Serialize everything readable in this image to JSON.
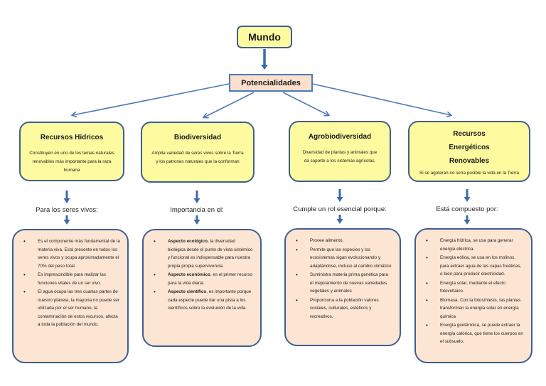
{
  "root": {
    "label": "Mundo"
  },
  "hub": {
    "label": "Potencialidades"
  },
  "colors": {
    "root_fill": "#fdfaa0",
    "hub_fill": "#fde0cc",
    "category_fill": "#fdfaa0",
    "detail_fill": "#fde5d3",
    "border": "#3d6090",
    "arrow": "#4d7ab8"
  },
  "branches": [
    {
      "title": "Recursos Hídricos",
      "description": "Constituyen en uno de los temas naturales renovables más importante para la raza humana",
      "connector_label": "Para los seres vivos:",
      "details": [
        {
          "bold": "",
          "text": "Es el componente más fundamental de la materia viva. Está presente en todos los seres vivos y ocupa aproximadamente el 70% del peso total."
        },
        {
          "bold": "",
          "text": "Es imprescindible para realizar las funciones vitales de un ser vivo."
        },
        {
          "bold": "",
          "text": "El agua ocupa las tres cuartas partes de nuestro planeta, la mayoría no puede ser utilizada por el ser humano, la contaminación de estos recursos, afecta a toda la población del mundo."
        }
      ]
    },
    {
      "title": "Biodiversidad",
      "description": "Amplia variedad de seres vivos sobre la Tierra y los patrones naturales que la conforman",
      "connector_label": "Importancia en el:",
      "details": [
        {
          "bold": "Aspecto ecológico",
          "text": ", la diversidad biológica desde el punto de vista sistémico y funcional es indispensable para nuestra propia propia supervivencia."
        },
        {
          "bold": "Aspecto económico",
          "text": ", es el primer recurso para la vida diaria."
        },
        {
          "bold": "Aspecto científico",
          "text": ", es importante porque cada especie puede dar una pista a los científicos sobre la evolución de la vida."
        }
      ]
    },
    {
      "title": "Agrobiodiversidad",
      "description": "Diversidad de plantas y animales que da soporte a los sistemas agrícolas.",
      "connector_label": "Cumple un rol esencial porque:",
      "details": [
        {
          "bold": "",
          "text": "Provee alimento,"
        },
        {
          "bold": "",
          "text": "Permite que las especies y los ecosistemas sigan evolucionando y adaptándose, incluso al cambio climático"
        },
        {
          "bold": "",
          "text": "Suministra materia prima genética para el mejoramiento de nuevas variedades vegetales y animales"
        },
        {
          "bold": "",
          "text": "Proporciona a la población valores sociales, culturales, estéticos y recreativos."
        }
      ]
    },
    {
      "title": "Recursos Energéticos Renovables",
      "description": "Si se agotaran no sería posible la vida en la Tierra",
      "connector_label": "Está compuesto por:",
      "details": [
        {
          "bold": "",
          "text": "Energía hídrica, se usa para generar energía eléctrica."
        },
        {
          "bold": "",
          "text": "Energía eólica, se usa en los molinos, para extraer agua de las capas freáticas, o bien para producir electricidad."
        },
        {
          "bold": "",
          "text": "Energía solar, mediante el efecto fotovoltaico."
        },
        {
          "bold": "",
          "text": "Biomasa,     Con la fotosíntesis, las plantas transforman la energía solar en energía química"
        },
        {
          "bold": "",
          "text": "Energía geotérmica, se puede extraer la energía calórica, que tiene  los cuerpos en el subsuelo."
        }
      ]
    }
  ]
}
